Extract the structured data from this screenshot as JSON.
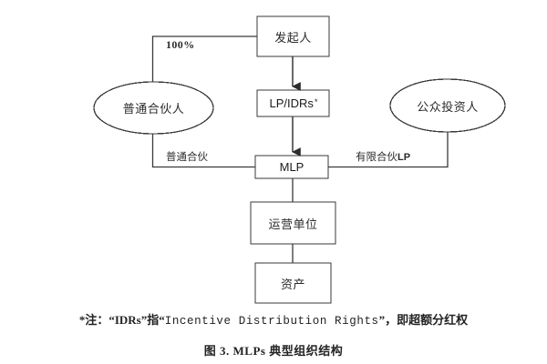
{
  "figure": {
    "background_color": "#ffffff",
    "stroke_color": "#3a3a3a",
    "text_color": "#2b2b2b"
  },
  "nodes": {
    "sponsor": {
      "label": "发起人",
      "shape": "rect"
    },
    "lp_idrs": {
      "label": "LP/IDRs",
      "superscript": "*",
      "shape": "rect"
    },
    "mlp": {
      "label": "MLP",
      "shape": "rect"
    },
    "general_partner": {
      "label": "普通合伙人",
      "shape": "ellipse"
    },
    "public_investor": {
      "label": "公众投资人",
      "shape": "ellipse"
    },
    "operating_entity": {
      "label": "运营单位",
      "shape": "rect"
    },
    "assets": {
      "label": "资产",
      "shape": "rect"
    }
  },
  "edge_labels": {
    "ownership_pct": "100%",
    "general_partnership": "普通合伙",
    "limited_partnership_cn": "有限合伙",
    "limited_partnership_abbr": "LP"
  },
  "footnote": {
    "prefix": "*注：“IDRs”指“",
    "term": "Incentive Distribution Rights",
    "suffix": "”，即超额分红权"
  },
  "caption": {
    "figure_number": "图 3.",
    "latin": "MLPs",
    "title": "典型组织结构"
  }
}
